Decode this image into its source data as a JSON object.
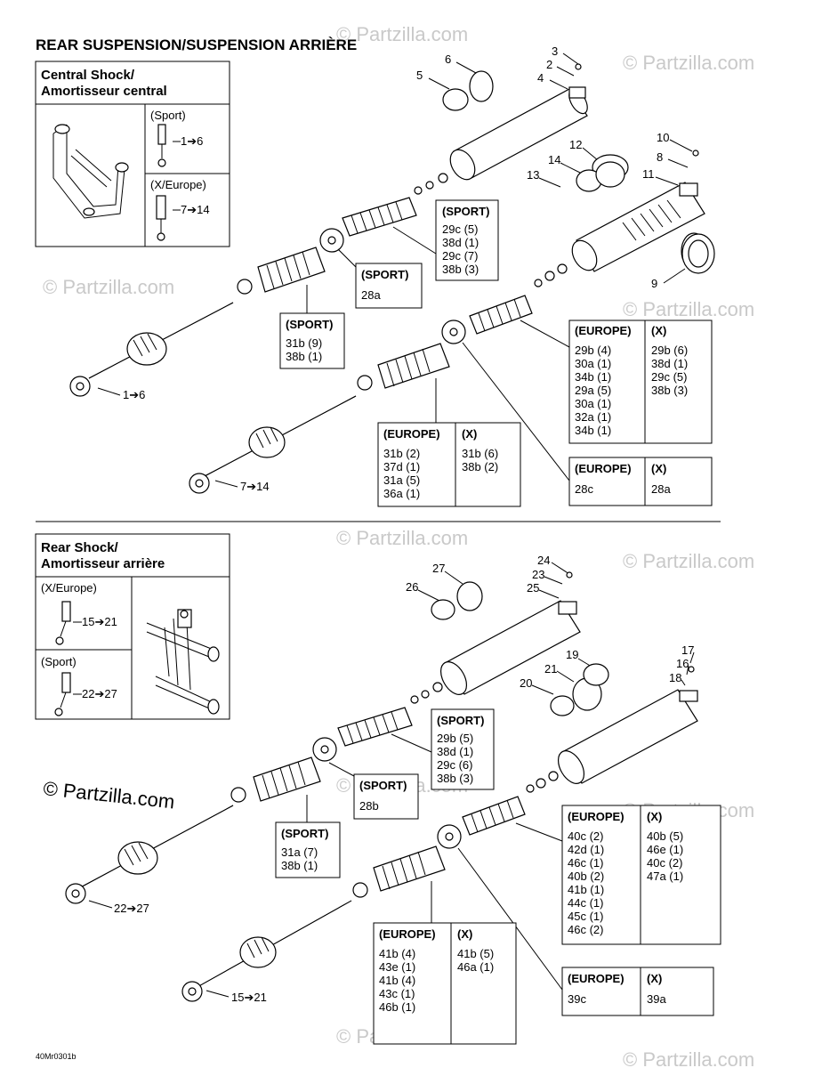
{
  "title": "REAR SUSPENSION/SUSPENSION ARRIÈRE",
  "figure_code": "40Mr0301b",
  "watermark": "© Partzilla.com",
  "central": {
    "heading_line1": "Central Shock/",
    "heading_line2": "Amortisseur central",
    "variant1": "(Sport)",
    "variant1_range": "1➔6",
    "variant2": "(X/Europe)",
    "variant2_range": "7➔14",
    "shock1_range": "1➔6",
    "shock2_range": "7➔14",
    "callouts": [
      "3",
      "2",
      "4",
      "6",
      "5",
      "12",
      "14",
      "13",
      "10",
      "8",
      "11",
      "9"
    ],
    "sport_a": {
      "header": "(SPORT)",
      "lines": [
        "29c (5)",
        "38d (1)",
        "29c (7)",
        "38b (3)"
      ]
    },
    "sport_b": {
      "header": "(SPORT)",
      "lines": [
        "28a"
      ]
    },
    "sport_c": {
      "header": "(SPORT)",
      "lines": [
        "31b (9)",
        "38b (1)"
      ]
    },
    "eu_x_big": {
      "h1": "(EUROPE)",
      "h2": "(X)",
      "col1": [
        "29b (4)",
        "30a (1)",
        "34b (1)",
        "29a (5)",
        "30a (1)",
        "32a (1)",
        "34b (1)"
      ],
      "col2": [
        "29b (6)",
        "38d (1)",
        "29c (5)",
        "38b (3)"
      ]
    },
    "eu_x_mid": {
      "h1": "(EUROPE)",
      "h2": "(X)",
      "col1": [
        "31b (2)",
        "37d (1)",
        "31a (5)",
        "36a (1)"
      ],
      "col2": [
        "31b (6)",
        "38b (2)"
      ]
    },
    "eu_x_small": {
      "h1": "(EUROPE)",
      "h2": "(X)",
      "col1": [
        "28c"
      ],
      "col2": [
        "28a"
      ]
    }
  },
  "rear": {
    "heading_line1": "Rear Shock/",
    "heading_line2": "Amortisseur arrière",
    "variant1": "(X/Europe)",
    "variant1_range": "15➔21",
    "variant2": "(Sport)",
    "variant2_range": "22➔27",
    "shock1_range": "22➔27",
    "shock2_range": "15➔21",
    "callouts": [
      "24",
      "23",
      "25",
      "27",
      "26",
      "19",
      "21",
      "20",
      "17",
      "16",
      "18"
    ],
    "sport_a": {
      "header": "(SPORT)",
      "lines": [
        "29b (5)",
        "38d (1)",
        "29c (6)",
        "38b (3)"
      ]
    },
    "sport_b": {
      "header": "(SPORT)",
      "lines": [
        "28b"
      ]
    },
    "sport_c": {
      "header": "(SPORT)",
      "lines": [
        "31a (7)",
        "38b (1)"
      ]
    },
    "eu_x_big": {
      "h1": "(EUROPE)",
      "h2": "(X)",
      "col1": [
        "40c (2)",
        "42d (1)",
        "46c (1)",
        "40b (2)",
        "41b (1)",
        "44c (1)",
        "45c (1)",
        "46c (2)"
      ],
      "col2": [
        "40b (5)",
        "46e (1)",
        "40c (2)",
        "47a (1)"
      ]
    },
    "eu_x_mid": {
      "h1": "(EUROPE)",
      "h2": "(X)",
      "col1": [
        "41b (4)",
        "43e (1)",
        "41b (4)",
        "43c (1)",
        "46b (1)"
      ],
      "col2": [
        "41b (5)",
        "46a (1)"
      ]
    },
    "eu_x_small": {
      "h1": "(EUROPE)",
      "h2": "(X)",
      "col1": [
        "39c"
      ],
      "col2": [
        "39a"
      ]
    }
  }
}
